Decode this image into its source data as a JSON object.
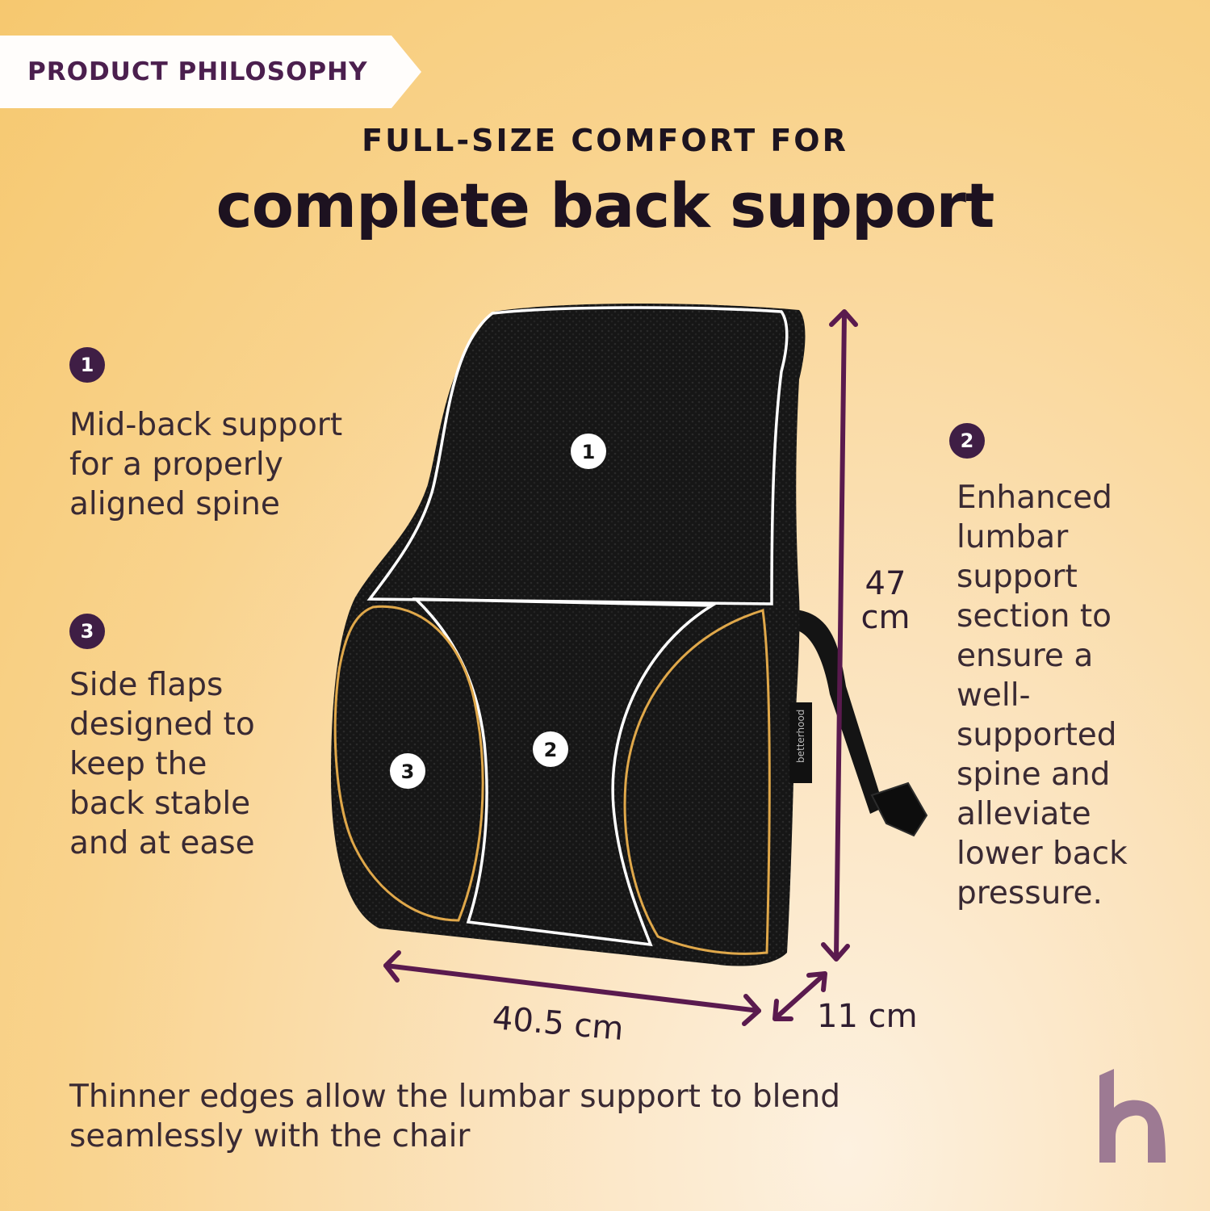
{
  "ribbon": {
    "label": "PRODUCT PHILOSOPHY"
  },
  "header": {
    "subtitle": "FULL-SIZE COMFORT FOR",
    "title": "complete back support"
  },
  "features": [
    {
      "number": "1",
      "text": "Mid-back support\nfor a properly\naligned spine"
    },
    {
      "number": "2",
      "text": "Enhanced\nlumbar\nsupport\nsection to\nensure a\nwell-\nsupported\nspine and\nalleviate\nlower back\npressure."
    },
    {
      "number": "3",
      "text": "Side flaps\ndesigned to\nkeep the\nback stable\nand at ease"
    }
  ],
  "cushion_markers": {
    "top": "1",
    "center": "2",
    "side": "3"
  },
  "cushion_brand": "betterhood",
  "dimensions": {
    "height_value": "47",
    "height_unit": "cm",
    "width": "40.5 cm",
    "depth": "11 cm"
  },
  "footer_note": "Thinner edges allow the lumbar support to blend seamlessly with the chair",
  "colors": {
    "brand_purple": "#3f1e45",
    "dimension_line": "#5a1a4e",
    "cushion": "#151515",
    "outline_white": "#ffffff",
    "outline_gold": "#e0a84a",
    "logo": "#9d7a93"
  },
  "icons": {
    "logo": "brand-b-logo"
  }
}
